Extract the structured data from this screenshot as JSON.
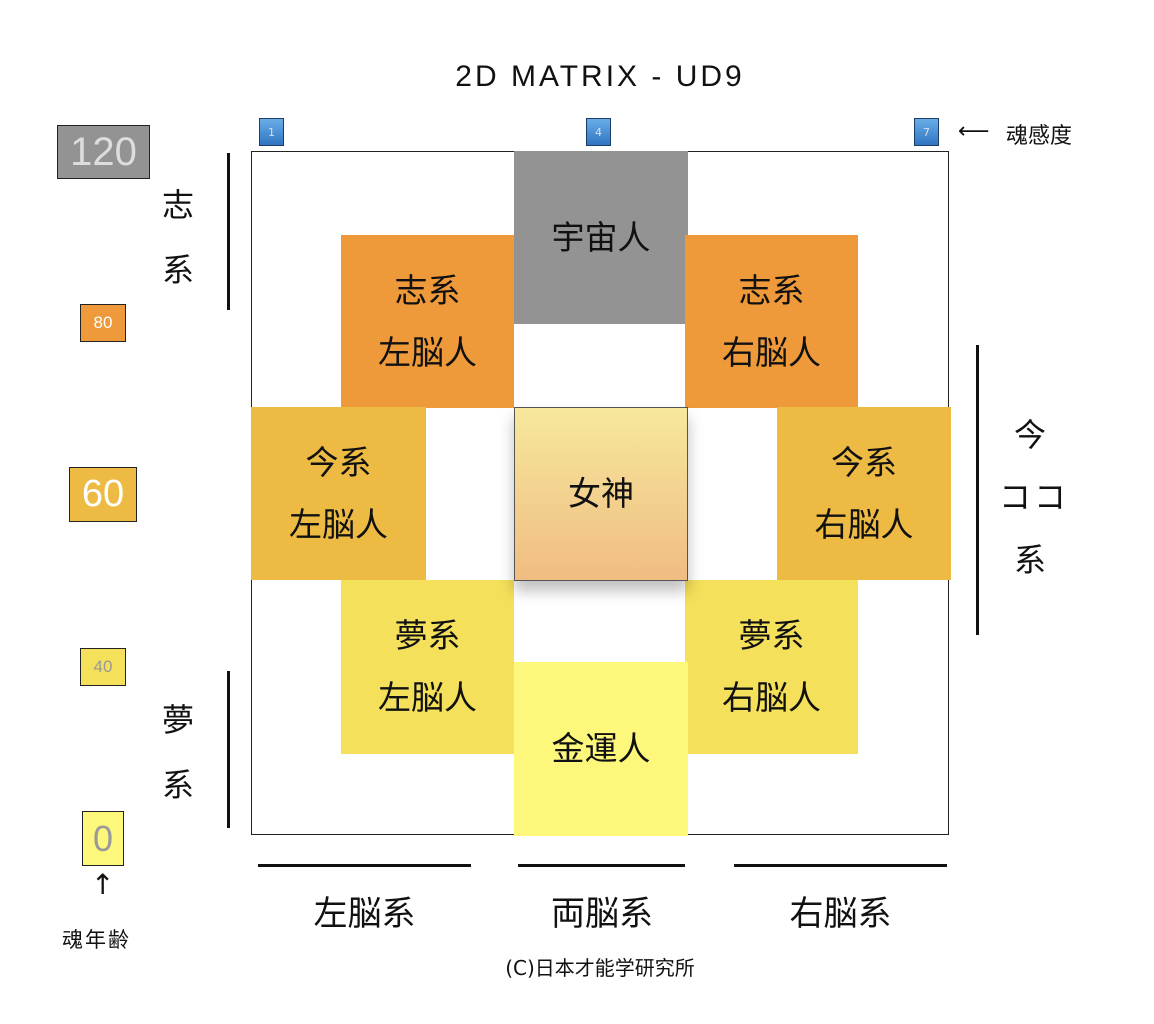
{
  "title": "2D MATRIX - UD9",
  "top_markers": [
    "1",
    "4",
    "7"
  ],
  "top_axis_label": "魂感度",
  "age_markers": [
    "120",
    "80",
    "60",
    "40",
    "0"
  ],
  "age_axis_label": "魂年齢",
  "left_groups": {
    "top": [
      "志",
      "系"
    ],
    "bottom": [
      "夢",
      "系"
    ]
  },
  "right_group": [
    "今",
    "コ",
    "コ",
    "系"
  ],
  "bottom_groups": [
    "左脳系",
    "両脳系",
    "右脳系"
  ],
  "cells": {
    "uchujin": "宇宙人",
    "kokorozashi_left": "志系\n左脳人",
    "kokorozashi_right": "志系\n右脳人",
    "ima_left": "今系\n左脳人",
    "megami": "女神",
    "ima_right": "今系\n右脳人",
    "yume_left": "夢系\n左脳人",
    "yume_right": "夢系\n右脳人",
    "kinunjin": "金運人"
  },
  "colors": {
    "gray": "#939393",
    "orange": "#EF9A3A",
    "amber": "#EDBB44",
    "yellow": "#F4E05A",
    "light_yellow": "#FDF77C"
  },
  "copyright": "(C)日本才能学研究所"
}
